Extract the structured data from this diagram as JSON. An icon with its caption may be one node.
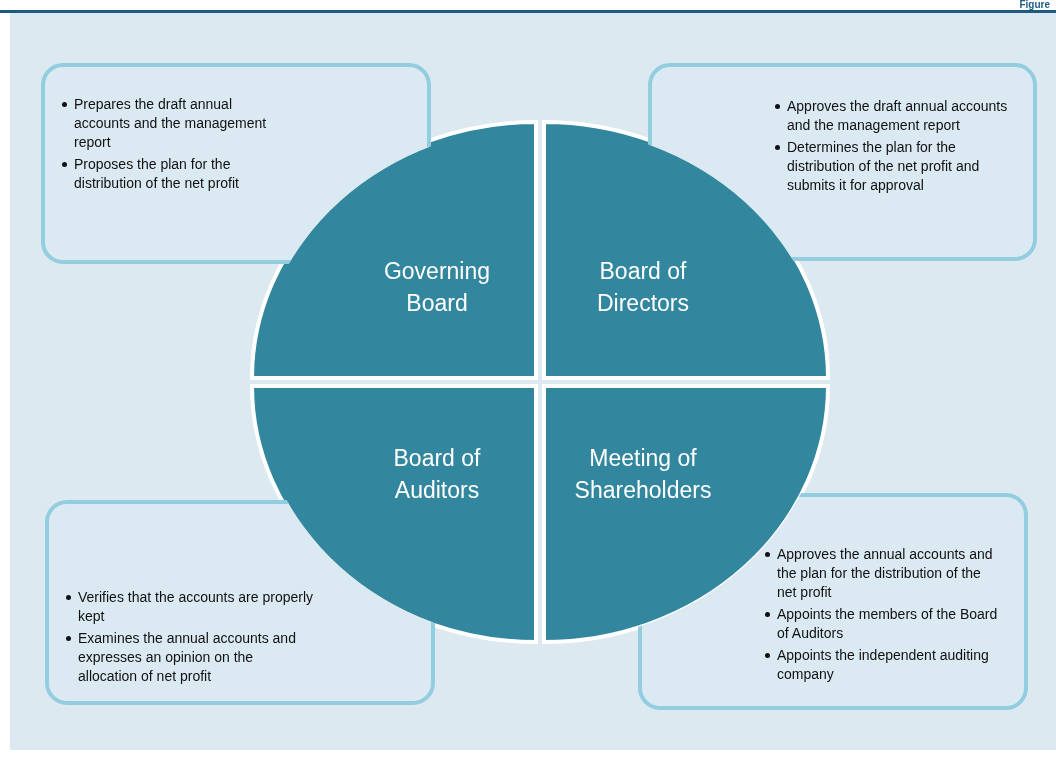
{
  "diagram": {
    "nodes": [
      {
        "text": [
          "Prepares the draft annual accounts and the management report",
          "Proposes  the plan for the distribution of the net profit"
        ]
      },
      {
        "text": [
          "Approves the draft annual accounts and the management report",
          "Determines the plan for the distribution of the net profit and submits it for approval"
        ]
      },
      {
        "text": [
          "Governing Board"
        ]
      },
      {
        "text": [
          "Board of Directors"
        ]
      },
      {
        "text": [
          "Board of Auditors"
        ]
      },
      {
        "text": [
          "Meeting of Shareholders"
        ]
      },
      {
        "text": [
          "Verifies that the accounts are properly kept",
          "Examines the annual accounts and expresses an opinion on the allocation of net profit"
        ]
      },
      {
        "text": [
          "Approves the annual accounts and the plan for the distribution of the net profit",
          "Appoints the members of the Board of Auditors",
          "Appoints the independent auditing company"
        ]
      }
    ],
    "labels": [
      "Figure"
    ]
  }
}
